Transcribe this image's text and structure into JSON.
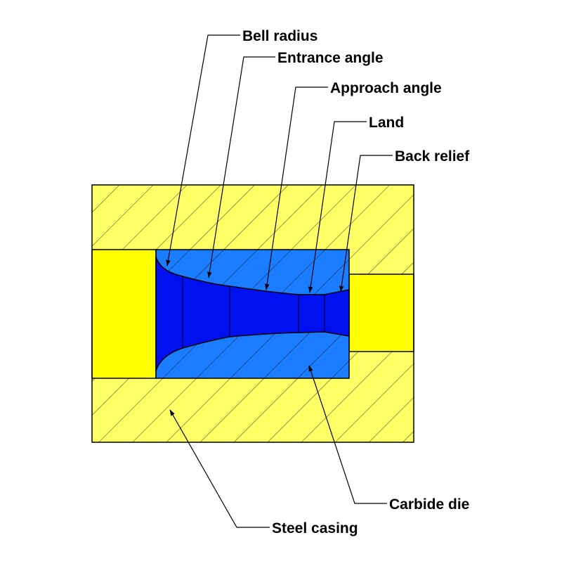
{
  "labels": {
    "bell_radius": "Bell radius",
    "entrance_angle": "Entrance angle",
    "approach_angle": "Approach angle",
    "land": "Land",
    "back_relief": "Back relief",
    "carbide_die": "Carbide die",
    "steel_casing": "Steel casing"
  },
  "colors": {
    "casing": "#ffff66",
    "bore": "#ffff00",
    "carbide": "#1a7cff",
    "passage": "#0010ee",
    "hatch": "#333333",
    "outline": "#000000"
  }
}
